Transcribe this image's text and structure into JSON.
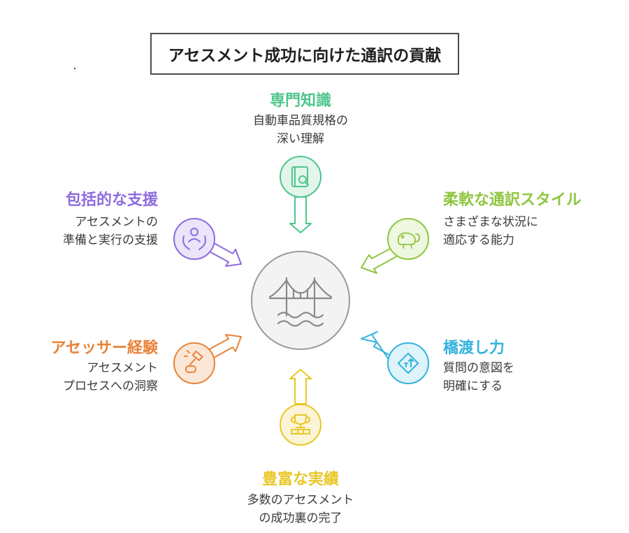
{
  "title": "アセスメント成功に向けた通訳の貢献",
  "colors": {
    "green": "#4fc58b",
    "lime": "#8ec63f",
    "blue": "#33b3dd",
    "yellow": "#e9c726",
    "orange": "#e8833a",
    "purple": "#8d6be0",
    "center": "#9a9a9a"
  },
  "items": [
    {
      "key": "expertise",
      "heading": "専門知識",
      "lines": [
        "自動車品質規格の",
        "深い理解"
      ],
      "color": "#4fc58b",
      "icon": "book-search-icon"
    },
    {
      "key": "flexible",
      "heading": "柔軟な通訳スタイル",
      "lines": [
        "さまざまな状況に",
        "適応する能力"
      ],
      "color": "#8ec63f",
      "icon": "chameleon-icon"
    },
    {
      "key": "bridging",
      "heading": "橋渡し力",
      "lines": [
        "質問の意図を",
        "明確にする"
      ],
      "color": "#33b3dd",
      "icon": "direction-sign-icon"
    },
    {
      "key": "record",
      "heading": "豊富な実績",
      "lines": [
        "多数のアセスメント",
        "の成功裏の完了"
      ],
      "color": "#e9c726",
      "icon": "trophy-icon"
    },
    {
      "key": "assessor",
      "heading": "アセッサー経験",
      "lines": [
        "アセスメント",
        "プロセスへの洞察"
      ],
      "color": "#e8833a",
      "icon": "gavel-icon"
    },
    {
      "key": "support",
      "heading": "包括的な支援",
      "lines": [
        "アセスメントの",
        "準備と実行の支援"
      ],
      "color": "#8d6be0",
      "icon": "caring-hands-icon"
    }
  ],
  "center_icon": "bridge-icon"
}
